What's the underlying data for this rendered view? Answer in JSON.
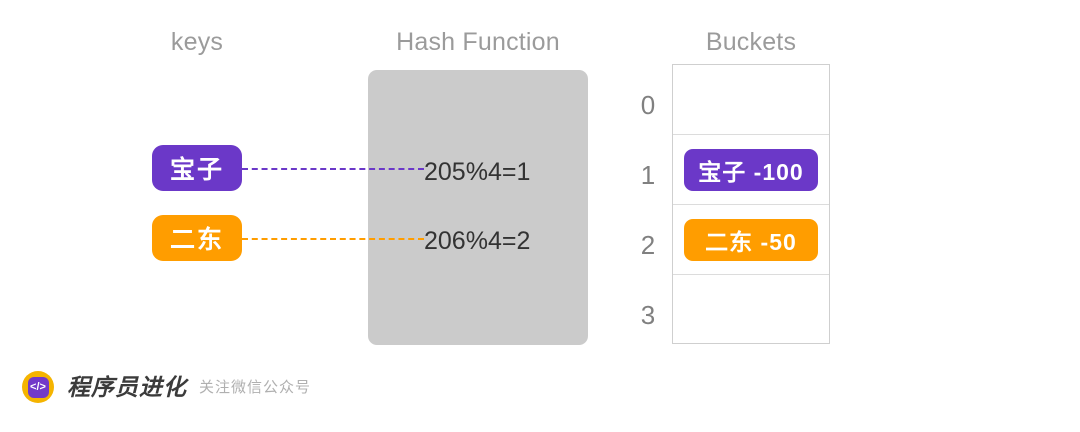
{
  "headers": {
    "keys": "keys",
    "hash_function": "Hash Function",
    "buckets": "Buckets"
  },
  "colors": {
    "purple": "#6B38C8",
    "orange": "#FF9D00",
    "panel_gray": "#cbcbcb",
    "header_gray": "#9b9b9b",
    "index_gray": "#808080",
    "table_border": "#cfcfcf"
  },
  "keys": [
    {
      "label": "宝子",
      "color": "#6B38C8",
      "connector_color": "#6B38C8"
    },
    {
      "label": "二东",
      "color": "#FF9D00",
      "connector_color": "#FF9D00"
    }
  ],
  "formulas": [
    {
      "text": "205%4=1"
    },
    {
      "text": "206%4=2"
    }
  ],
  "buckets": [
    {
      "index": "0",
      "entry": null
    },
    {
      "index": "1",
      "entry": {
        "text": "宝子  -100",
        "color": "#6B38C8"
      }
    },
    {
      "index": "2",
      "entry": {
        "text": "二东 -50",
        "color": "#FF9D00"
      }
    },
    {
      "index": "3",
      "entry": null
    }
  ],
  "watermark": {
    "icon": "code-brackets-icon",
    "icon_glyph": "</>",
    "brand": "程序员进化",
    "subtitle": "关注微信公众号"
  }
}
